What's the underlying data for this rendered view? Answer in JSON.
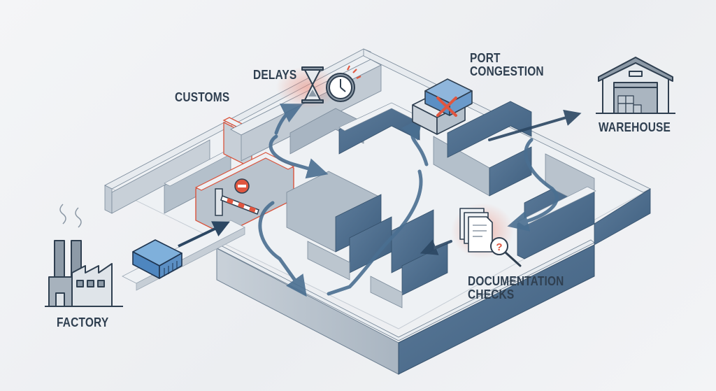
{
  "title": "Supply chain maze",
  "labels": {
    "factory": "FACTORY",
    "customs": "CUSTOMS",
    "delays": "DELAYS",
    "port_congestion": [
      "PORT",
      "CONGESTION"
    ],
    "documentation_checks": [
      "DOCUMENTATION",
      "CHECKS"
    ],
    "warehouse": "WAREHOUSE"
  },
  "nodes": [
    {
      "id": "factory",
      "icon": "factory-icon",
      "role": "origin"
    },
    {
      "id": "customs",
      "icon": "barrier-gate-icon",
      "role": "obstacle"
    },
    {
      "id": "delays",
      "icon": "hourglass-clock-icon",
      "role": "obstacle"
    },
    {
      "id": "port_congestion",
      "icon": "stacked-containers-x-icon",
      "role": "obstacle"
    },
    {
      "id": "documentation_checks",
      "icon": "documents-magnifier-icon",
      "role": "obstacle"
    },
    {
      "id": "warehouse",
      "icon": "warehouse-icon",
      "role": "destination"
    }
  ],
  "colors": {
    "wall_top": "#e6eaee",
    "wall_side_light": "#b9c3cd",
    "wall_side_dark": "#4d6d8c",
    "path_arrow": "#4a6f91",
    "highlight_red": "#e0563f",
    "text": "#2f3f50",
    "container_blue": "#5b8fc4"
  }
}
